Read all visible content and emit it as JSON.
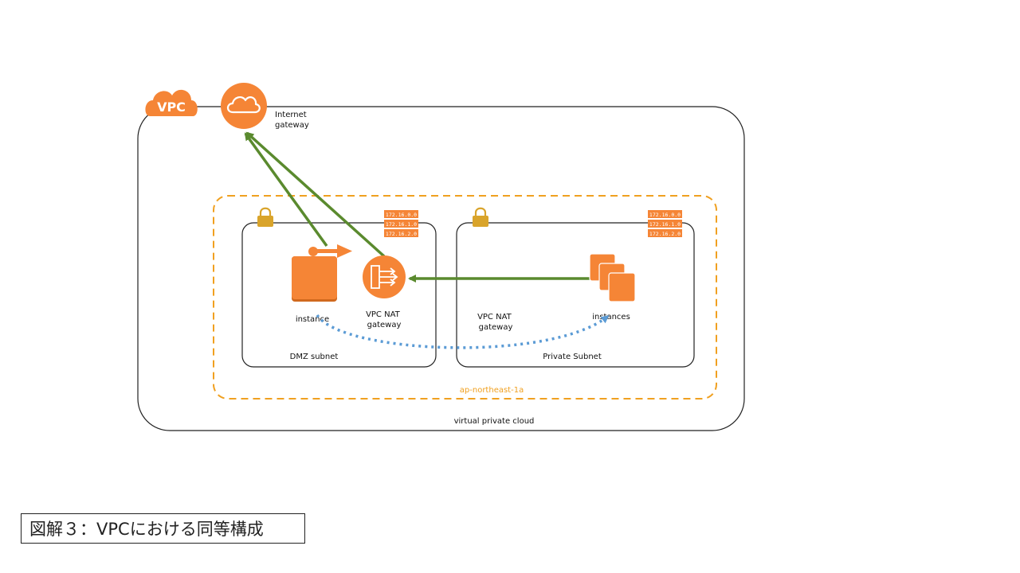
{
  "vpc_badge": "VPC",
  "internet_gateway_label": [
    "Internet",
    "gateway"
  ],
  "vpc_container_label": "virtual private cloud",
  "availability_zone_label": "ap-northeast-1a",
  "dmz_subnet": {
    "label": "DMZ subnet",
    "routes": [
      "172.16.0.0",
      "172.16.1.0",
      "172.16.2.0"
    ]
  },
  "private_subnet": {
    "label": "Private Subnet",
    "routes": [
      "172.16.0.0",
      "172.16.1.0",
      "172.16.2.0"
    ]
  },
  "instance_label": "instance",
  "nat_gateway_label": [
    "VPC NAT",
    "gateway"
  ],
  "private_nat_label": [
    "VPC NAT",
    "gateway"
  ],
  "instances_label": "instances",
  "caption": "図解３：VPCにおける同等構成",
  "colors": {
    "aws_orange": "#f58536",
    "az_border": "#f0a020",
    "route_arrow": "#5a8a2e",
    "dotted_link": "#5b9bd5",
    "lock": "#d9a42b"
  }
}
